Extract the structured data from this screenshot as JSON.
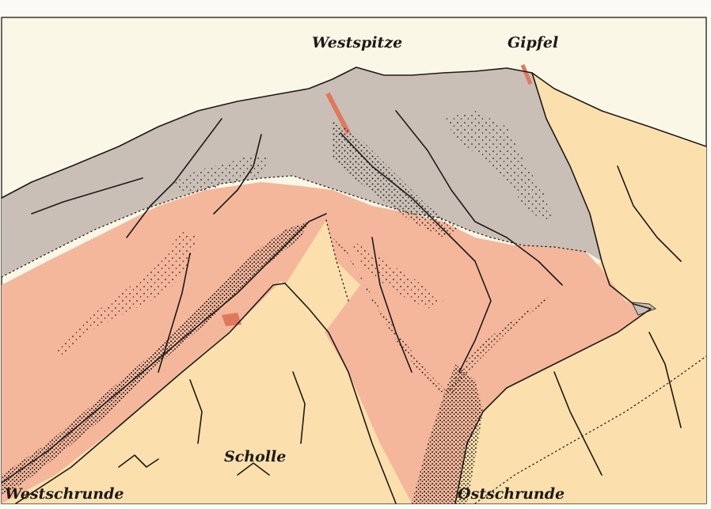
{
  "figure": {
    "labels": {
      "westspitze": "Westspitze",
      "gipfel": "Gipfel",
      "scholle": "Scholle",
      "westschrunde": "Westschrunde",
      "ostschrunde": "Ostschrunde"
    },
    "colors": {
      "paper": "#fbfaf5",
      "sky": "#fbf7e6",
      "grey_rock": "#c9bfb6",
      "red_rock": "#f4b79c",
      "yellow_rock": "#fbe0ad",
      "vein": "#e0785c",
      "ink": "#1c1a18"
    }
  }
}
